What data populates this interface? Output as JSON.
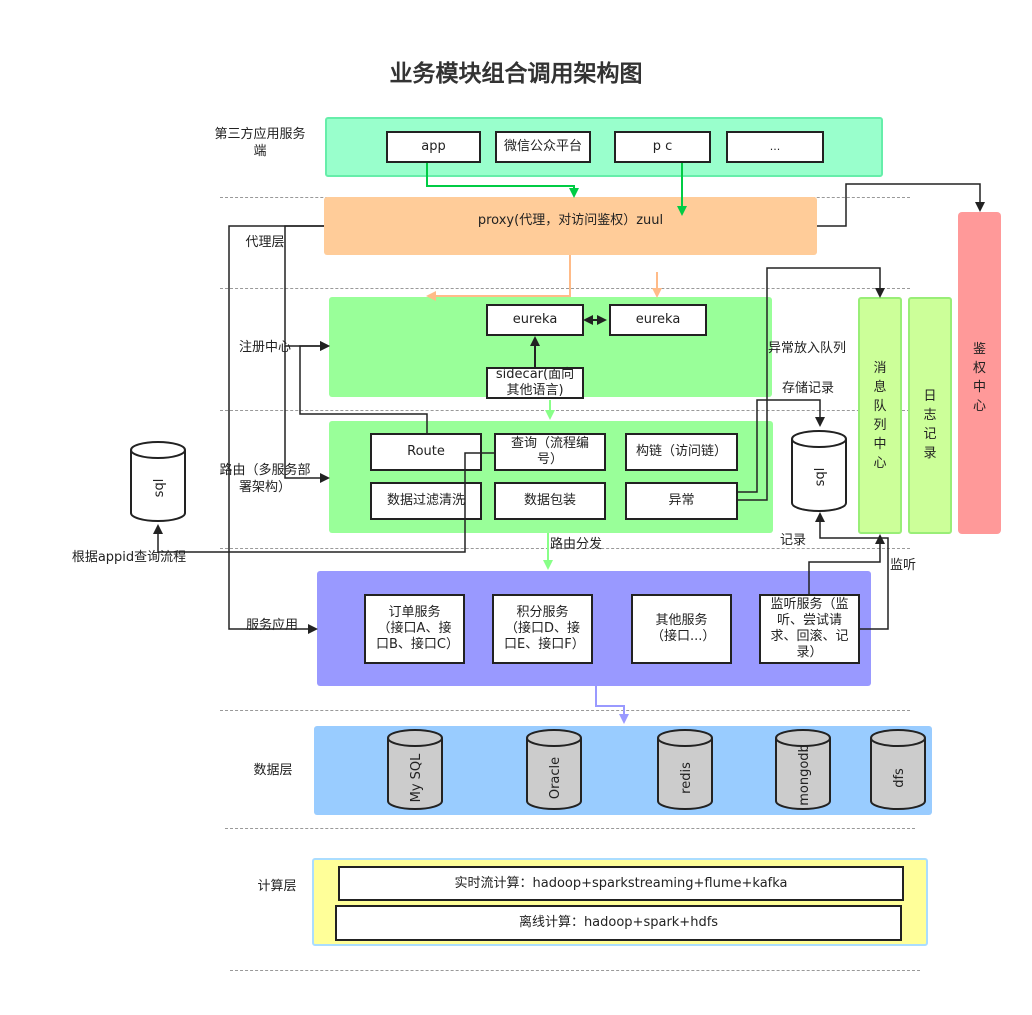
{
  "title": "业务模块组合调用架构图",
  "layers": {
    "third_party": "第三方应用服务端",
    "proxy": "代理层",
    "registry": "注册中心",
    "routing": "路由（多服务部署架构）",
    "service": "服务应用",
    "data": "数据层",
    "compute": "计算层"
  },
  "third_party_boxes": [
    "app",
    "微信公众平台",
    "p c",
    "..."
  ],
  "proxy_label": "proxy(代理，对访问鉴权）zuul",
  "eureka": [
    "eureka",
    "eureka"
  ],
  "sidecar": "sidecar(面向其他语言)",
  "routing_boxes": [
    "Route",
    "查询（流程编号）",
    "构链（访问链）",
    "数据过滤清洗",
    "数据包装",
    "异常"
  ],
  "services": [
    "订单服务（接口A、接口B、接口C）",
    "积分服务（接口D、接口E、接口F）",
    "其他服务（接口...）",
    "监听服务（监听、尝试请求、回滚、记录）"
  ],
  "databases": [
    "My SQL",
    "Oracle",
    "redis",
    "mongodb",
    "dfs"
  ],
  "compute_boxes": [
    "实时流计算：hadoop+sparkstreaming+flume+kafka",
    "离线计算：hadoop+spark+hdfs"
  ],
  "side": {
    "mq": "消息队列中心",
    "log": "日志记录",
    "auth": "鉴权中心"
  },
  "sql_left": "sql",
  "sql_right": "sql",
  "annotations": {
    "query_flow": "根据appid查询流程",
    "route_dist": "路由分发",
    "exception_queue": "异常放入队列",
    "store_record": "存储记录",
    "record": "记录",
    "listen": "监听"
  },
  "colors": {
    "third_party": "#99ffcc",
    "proxy": "#ffcc99",
    "registry": "#99ff99",
    "service": "#9999ff",
    "data": "#99ccff",
    "compute": "#ffff99",
    "side_green": "#ccff99",
    "auth": "#ff9999"
  }
}
